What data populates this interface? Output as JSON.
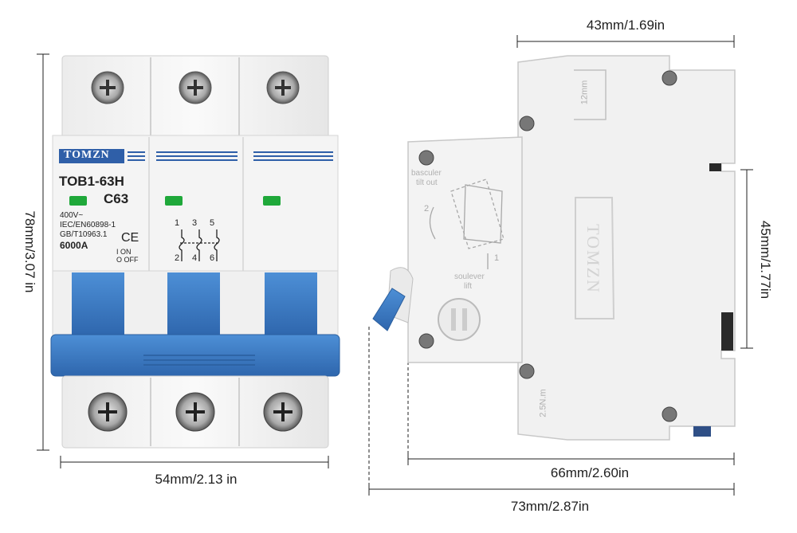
{
  "dimensions": {
    "front_width": "54mm/2.13 in",
    "front_height": "78mm/3.07 in",
    "side_top_width": "43mm/1.69in",
    "side_clip_height": "45mm/1.77in",
    "side_depth_body": "66mm/2.60in",
    "side_depth_total": "73mm/2.87in"
  },
  "front": {
    "brand": "TOMZN",
    "model": "TOB1-63H",
    "rating": "C63",
    "voltage": "400V~",
    "standard_1": "IEC/EN60898-1",
    "standard_2": "GB/T10963.1",
    "breaking_capacity": "6000A",
    "ce_mark": "CE",
    "on_label": "I  ON",
    "off_label": "O  OFF",
    "terminal_top": [
      "1",
      "3",
      "5"
    ],
    "terminal_bottom": [
      "2",
      "4",
      "6"
    ]
  },
  "side": {
    "brand": "TOMZN",
    "basculer": "basculer",
    "tilt_out": "tilt  out",
    "soulever": "soulever",
    "lift": "lift",
    "wire_length": "12mm",
    "torque": "2.5N.m",
    "arrow_number": "2",
    "arrow_number_2": "1"
  },
  "colors": {
    "handle_blue": "#3d7cc4",
    "stripe_blue": "#2f5fa8",
    "indicator_green": "#1fa83a",
    "body_white": "#f2f2f2"
  }
}
